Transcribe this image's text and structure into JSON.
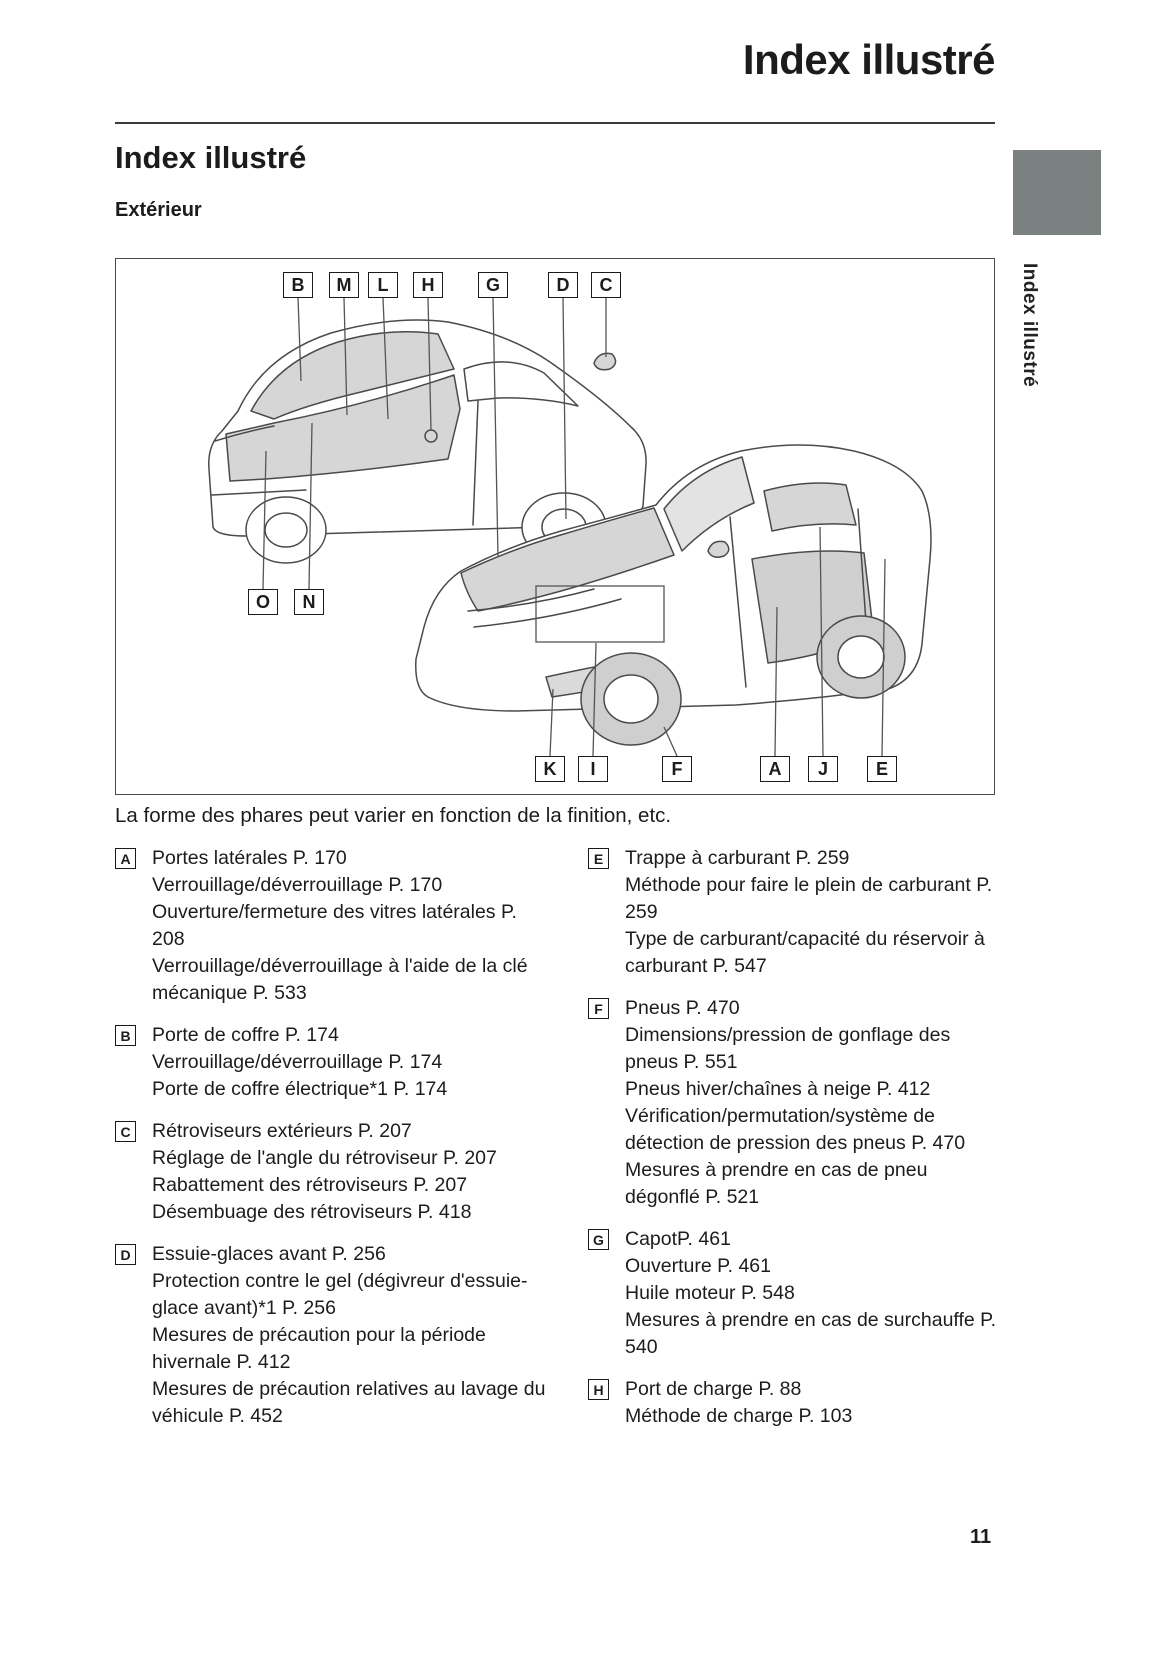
{
  "header": {
    "title": "Index illustré"
  },
  "sidebar": {
    "tab_label": "Index illustré"
  },
  "section": {
    "title": "Index illustré",
    "subtitle": "Extérieur"
  },
  "diagram": {
    "top_labels": [
      "B",
      "M",
      "L",
      "H",
      "G",
      "D",
      "C"
    ],
    "mid_labels": [
      "O",
      "N"
    ],
    "bottom_labels": [
      "K",
      "I",
      "F",
      "A",
      "J",
      "E"
    ]
  },
  "caption": "La forme des phares peut varier en fonction de la finition, etc.",
  "index": {
    "left": [
      {
        "letter": "A",
        "items": [
          "Portes latérales P. 170",
          "Verrouillage/déverrouillage P. 170",
          "Ouverture/fermeture des vitres latérales P. 208",
          "Verrouillage/déverrouillage à l'aide de la clé mécanique P. 533"
        ]
      },
      {
        "letter": "B",
        "items": [
          "Porte de coffre P. 174",
          "Verrouillage/déverrouillage P. 174",
          "Porte de coffre électrique*1 P. 174"
        ]
      },
      {
        "letter": "C",
        "items": [
          "Rétroviseurs extérieurs P. 207",
          "Réglage de l'angle du rétroviseur P. 207",
          "Rabattement des rétroviseurs P. 207",
          "Désembuage des rétroviseurs P. 418"
        ]
      },
      {
        "letter": "D",
        "items": [
          "Essuie-glaces avant P. 256",
          "Protection contre le gel (dégivreur d'essuie-glace avant)*1 P. 256",
          "Mesures de précaution pour la période hivernale P. 412",
          "Mesures de précaution relatives au lavage du véhicule P. 452"
        ]
      }
    ],
    "right": [
      {
        "letter": "E",
        "items": [
          "Trappe à carburant P. 259",
          "Méthode pour faire le plein de carburant P. 259",
          "Type de carburant/capacité du réservoir à carburant P. 547"
        ]
      },
      {
        "letter": "F",
        "items": [
          "Pneus P. 470",
          "Dimensions/pression de gonflage des pneus P. 551",
          "Pneus hiver/chaînes à neige P. 412",
          "Vérification/permutation/système de détection de pression des pneus P. 470",
          "Mesures à prendre en cas de pneu dégonflé P. 521"
        ]
      },
      {
        "letter": "G",
        "items": [
          "CapotP. 461",
          "Ouverture P. 461",
          "Huile moteur P. 548",
          "Mesures à prendre en cas de surchauffe P. 540"
        ]
      },
      {
        "letter": "H",
        "items": [
          "Port de charge P. 88",
          "Méthode de charge P. 103"
        ]
      }
    ]
  },
  "footer": {
    "page_number": "11"
  }
}
